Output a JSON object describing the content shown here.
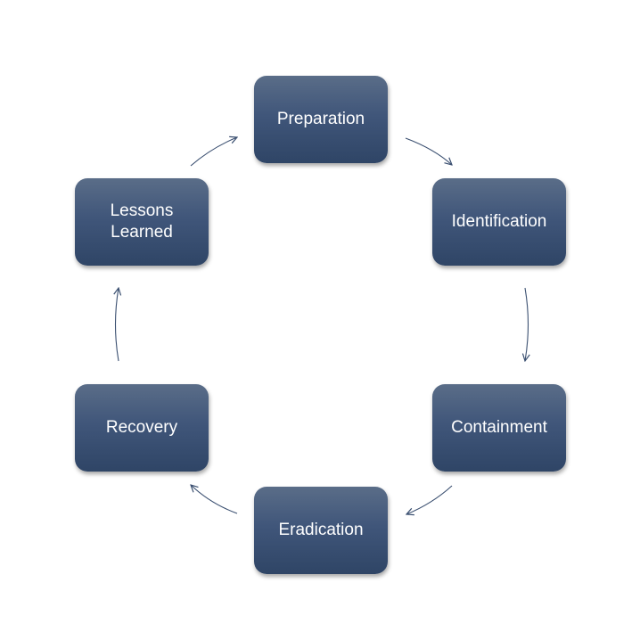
{
  "diagram": {
    "nodes": [
      {
        "id": "preparation",
        "label": "Preparation"
      },
      {
        "id": "identification",
        "label": "Identification"
      },
      {
        "id": "containment",
        "label": "Containment"
      },
      {
        "id": "eradication",
        "label": "Eradication"
      },
      {
        "id": "recovery",
        "label": "Recovery"
      },
      {
        "id": "lessons",
        "label": "Lessons\nLearned"
      }
    ],
    "edges": [
      {
        "from": "preparation",
        "to": "identification"
      },
      {
        "from": "identification",
        "to": "containment"
      },
      {
        "from": "containment",
        "to": "eradication"
      },
      {
        "from": "eradication",
        "to": "recovery"
      },
      {
        "from": "recovery",
        "to": "lessons"
      },
      {
        "from": "lessons",
        "to": "preparation"
      }
    ],
    "colors": {
      "node_fill_top": "#5a6d88",
      "node_fill_bottom": "#2f4566",
      "node_text": "#ffffff",
      "arrow": "#3a4f70"
    }
  }
}
